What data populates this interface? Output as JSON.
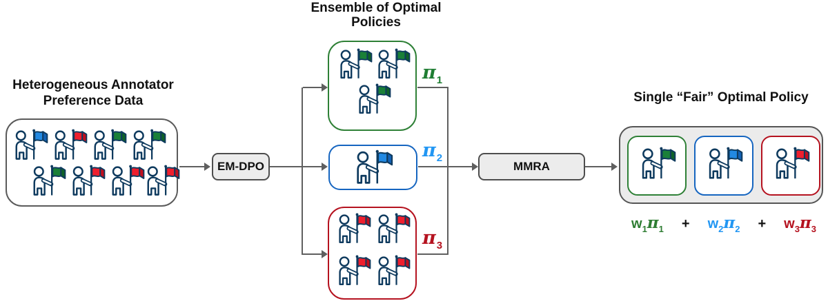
{
  "titles": {
    "input": {
      "line1": "Heterogeneous Annotator",
      "line2": "Preference Data"
    },
    "ensemble": {
      "line1": "Ensemble of Optimal",
      "line2": "Policies"
    },
    "output": "Single “Fair” Optimal Policy"
  },
  "process": {
    "em_dpo_label": "EM-DPO",
    "mmra_label": "MMRA"
  },
  "annotator_data": {
    "rows": [
      [
        "blue",
        "red",
        "green",
        "green"
      ],
      [
        "green",
        "red",
        "red",
        "red"
      ]
    ]
  },
  "policies": [
    {
      "symbol": "π",
      "subscript": "1",
      "color": "#1e7d32",
      "border": "#2e8036",
      "flags": [
        "green",
        "green",
        "green"
      ]
    },
    {
      "symbol": "π",
      "subscript": "2",
      "color": "#2196f3",
      "border": "#1565c0",
      "flags": [
        "blue"
      ]
    },
    {
      "symbol": "π",
      "subscript": "3",
      "color": "#b5121f",
      "border": "#b5121f",
      "flags": [
        "red",
        "red",
        "red",
        "red"
      ]
    }
  ],
  "fair_policy": {
    "members": [
      {
        "flag": "green",
        "border": "#2e8036"
      },
      {
        "flag": "blue",
        "border": "#1565c0"
      },
      {
        "flag": "red",
        "border": "#b5121f"
      }
    ]
  },
  "formula": {
    "operator": "+",
    "terms": [
      {
        "coef": "w",
        "coef_sub": "1",
        "symbol": "π",
        "symbol_sub": "1",
        "color": "#2e7d32"
      },
      {
        "coef": "w",
        "coef_sub": "2",
        "symbol": "π",
        "symbol_sub": "2",
        "color": "#2196f3"
      },
      {
        "coef": "w",
        "coef_sub": "3",
        "symbol": "π",
        "symbol_sub": "3",
        "color": "#b5121f"
      }
    ]
  },
  "colors": {
    "outline": "#0e3a5e",
    "connector": "#5f5f5f",
    "process_box_fill": "#ececec",
    "container_fill": "#ebebeb",
    "flags": {
      "green": {
        "main": "#1a8038",
        "fold": "#0e6128"
      },
      "blue": {
        "main": "#2289e2",
        "fold": "#1261b5"
      },
      "red": {
        "main": "#ee1f2e",
        "fold": "#c20e1d"
      }
    }
  }
}
